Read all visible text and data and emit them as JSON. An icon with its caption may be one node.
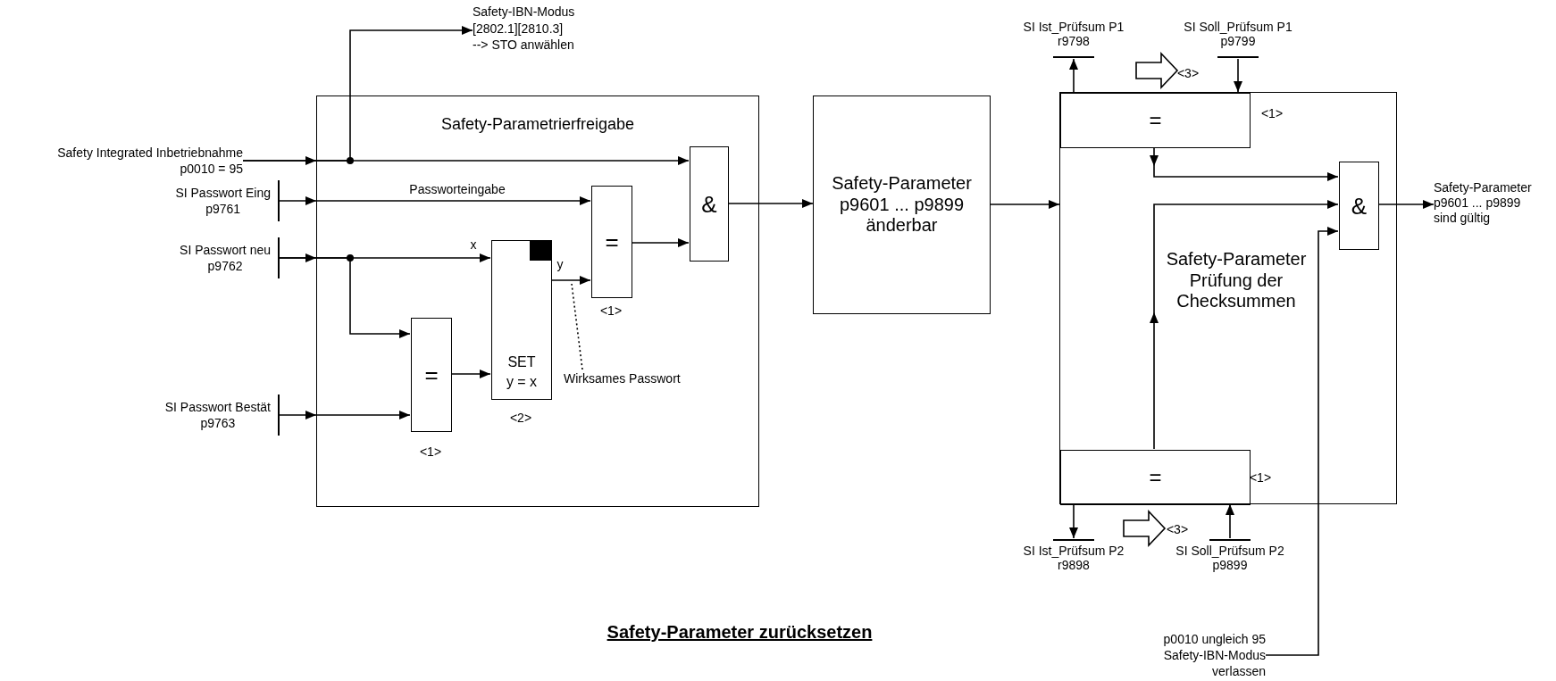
{
  "diagram": {
    "title": "Safety-Parameter zurücksetzen",
    "nodes": [
      {
        "text": [
          "Safety Integrated Inbetriebnahme p0010 = 95"
        ]
      },
      {
        "text": [
          "SI Passwort Eing p9761"
        ]
      },
      {
        "text": [
          "SI Passwort neu p9762"
        ]
      },
      {
        "text": [
          "SI Passwort Bestät p9763"
        ]
      },
      {
        "text": [
          "Safety-IBN-Modus [2802.1][2810.3] --> STO anwählen"
        ]
      },
      {
        "text": [
          "Safety-Parametrierfreigabe"
        ]
      },
      {
        "text": [
          "="
        ],
        "in": 5,
        "beside": [
          "<1>"
        ]
      },
      {
        "text": [
          "SET y = x"
        ],
        "in": 5,
        "beside": [
          "<2>"
        ]
      },
      {
        "text": [
          "="
        ],
        "in": 5,
        "beside": [
          "<1>"
        ]
      },
      {
        "text": [
          "&"
        ],
        "in": 5
      },
      {
        "text": [
          "Wirksames Passwort"
        ],
        "in": 5
      },
      {
        "text": [
          "Safety-Parameter p9601 ... p9899 änderbar"
        ]
      },
      {
        "text": [
          "Safety-Parameter Prüfung der Checksummen"
        ]
      },
      {
        "text": [
          "="
        ],
        "in": 12,
        "beside": [
          "<1>"
        ]
      },
      {
        "text": [
          "&"
        ],
        "in": 12
      },
      {
        "text": [
          "="
        ],
        "in": 12,
        "beside": [
          "<1>"
        ]
      },
      {
        "text": [
          "SI Ist_Prüfsum P1 r9798"
        ]
      },
      {
        "text": [
          "SI Soll_Prüfsum P1 p9799"
        ]
      },
      {
        "text": [
          "SI Ist_Prüfsum P2 r9898"
        ]
      },
      {
        "text": [
          "SI Soll_Prüfsum P2 p9899"
        ]
      },
      {
        "text": [
          "Safety-Parameter p9601 ... p9899 sind gültig"
        ]
      },
      {
        "text": [
          "p0010 ungleich 95 Safety-IBN-Modus verlassen"
        ]
      }
    ],
    "edges": [
      {
        "from": 0,
        "to": 9,
        "arrow": "to"
      },
      {
        "from": 0,
        "to": 4,
        "arrow": "to"
      },
      {
        "from": 1,
        "to": 8,
        "arrow": "to",
        "label": "Passworteingabe"
      },
      {
        "from": 2,
        "to": 7,
        "arrow": "to"
      },
      {
        "from": 2,
        "to": 6,
        "arrow": "to"
      },
      {
        "from": 3,
        "to": 6,
        "arrow": "to"
      },
      {
        "from": 6,
        "to": 7,
        "arrow": "to"
      },
      {
        "from": 7,
        "to": 8,
        "arrow": "to"
      },
      {
        "from": 8,
        "to": 9,
        "arrow": "to"
      },
      {
        "from": 9,
        "to": 11,
        "arrow": "to"
      },
      {
        "from": 10,
        "to": null,
        "arrow": "none",
        "style": "dashed"
      },
      {
        "from": 11,
        "to": 12,
        "arrow": "to"
      },
      {
        "from": 13,
        "to": 16,
        "arrow": "to"
      },
      {
        "from": 17,
        "to": 13,
        "arrow": "to"
      },
      {
        "from": 13,
        "to": 14,
        "arrow": "to"
      },
      {
        "from": 15,
        "to": 14,
        "arrow": "to"
      },
      {
        "from": 21,
        "to": 14,
        "arrow": "to"
      },
      {
        "from": 14,
        "to": 20,
        "arrow": "to"
      },
      {
        "from": 15,
        "to": 18,
        "arrow": "to"
      },
      {
        "from": 19,
        "to": 15,
        "arrow": "to"
      }
    ],
    "labels": [
      "x",
      "y",
      "<3>",
      "<3>"
    ]
  }
}
